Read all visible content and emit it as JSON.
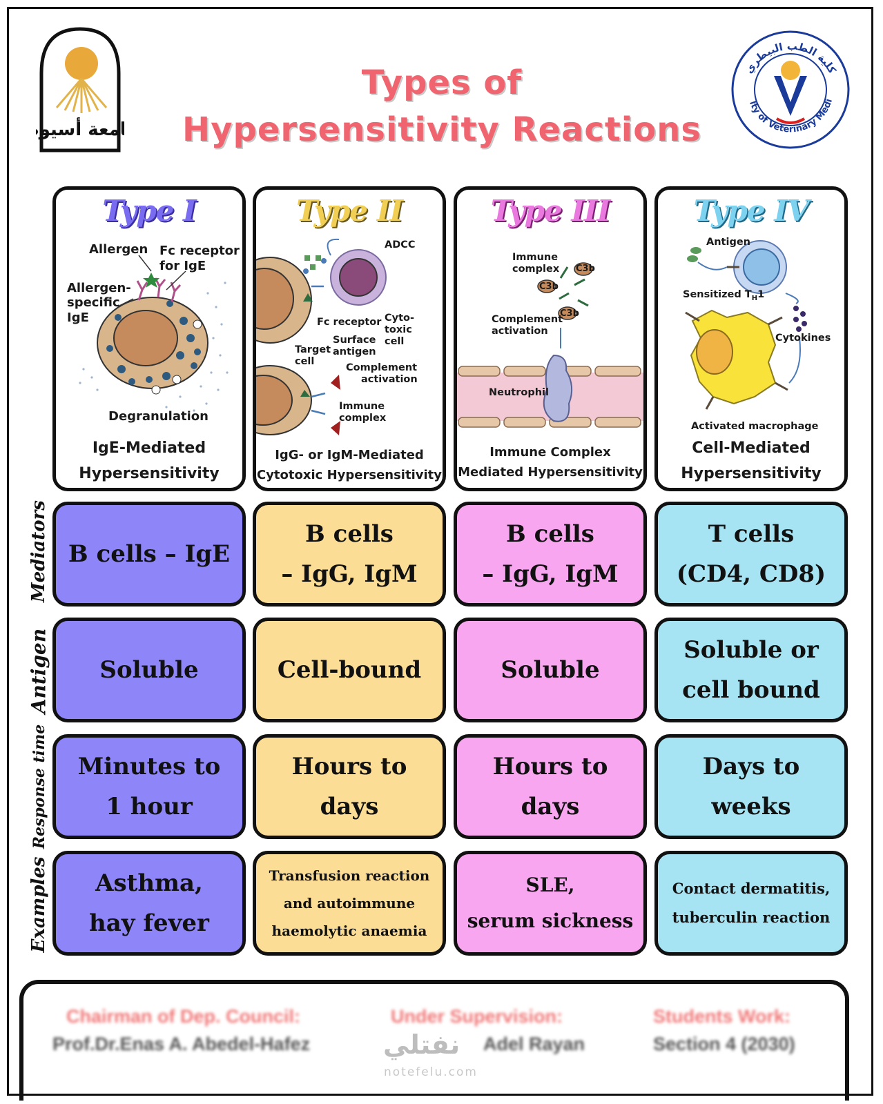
{
  "title": {
    "line1": "Types of",
    "line2": "Hypersensitivity Reactions"
  },
  "colors": {
    "title": "#f06470",
    "type1": "#8e86f8",
    "type2": "#fcdd96",
    "type3": "#f8a6ef",
    "type4": "#a6e4f4"
  },
  "logos": {
    "left": "Assiut University logo",
    "left_text": "جامعة أسيوط",
    "right_text": "Faculty of Veterinary Medicine",
    "right_arabic": "كلية الطب البيطري"
  },
  "types": [
    {
      "title": "Type I",
      "caption1": "IgE-Mediated",
      "caption2": "Hypersensitivity",
      "labels": {
        "allergen": "Allergen",
        "fc_receptor": "Fc receptor",
        "for_ige": "for IgE",
        "allergen_specific": "Allergen-",
        "specific": "specific",
        "ige": "IgE",
        "degranulation": "Degranulation"
      }
    },
    {
      "title": "Type II",
      "caption1": "IgG- or IgM-Mediated",
      "caption2": "Cytotoxic Hypersensitivity",
      "labels": {
        "adcc": "ADCC",
        "fc_receptor": "Fc receptor",
        "cyto": "Cyto-",
        "toxic": "toxic",
        "cell": "cell",
        "surface": "Surface",
        "antigen": "antigen",
        "target": "Target",
        "target_cell": "cell",
        "complement": "Complement",
        "activation": "activation",
        "immune": "Immune",
        "complex": "complex"
      }
    },
    {
      "title": "Type III",
      "caption1": "Immune Complex",
      "caption2": "Mediated Hypersensitivity",
      "labels": {
        "immune": "Immune",
        "complex": "complex",
        "c3b": "C3b",
        "complement": "Complement",
        "activation": "activation",
        "neutrophil": "Neutrophil"
      }
    },
    {
      "title": "Type IV",
      "caption1": "Cell-Mediated",
      "caption2": "Hypersensitivity",
      "labels": {
        "antigen": "Antigen",
        "sensitized": "Sensitized T",
        "th_sub": "H",
        "th_num": "1",
        "cytokines": "Cytokines",
        "activated_macrophage": "Activated macrophage"
      }
    }
  ],
  "rows": [
    {
      "label": "Mediators",
      "cells": [
        [
          "B cells – IgE"
        ],
        [
          "B cells",
          "– IgG, IgM"
        ],
        [
          "B cells",
          "– IgG, IgM"
        ],
        [
          "T cells",
          "(CD4, CD8)"
        ]
      ]
    },
    {
      "label": "Antigen",
      "cells": [
        [
          "Soluble"
        ],
        [
          "Cell-bound"
        ],
        [
          "Soluble"
        ],
        [
          "Soluble or",
          "cell bound"
        ]
      ]
    },
    {
      "label": "Response time",
      "cells": [
        [
          "Minutes to",
          "1 hour"
        ],
        [
          "Hours to",
          "days"
        ],
        [
          "Hours to",
          "days"
        ],
        [
          "Days to",
          "weeks"
        ]
      ]
    },
    {
      "label": "Examples",
      "cells": [
        [
          "Asthma,",
          "hay fever"
        ],
        [
          "Transfusion reaction",
          "and autoimmune",
          "haemolytic anaemia"
        ],
        [
          "SLE,",
          "serum sickness"
        ],
        [
          "Contact dermatitis,",
          "tuberculin reaction"
        ]
      ]
    }
  ],
  "footer": {
    "col1_title": "Chairman of Dep. Council:",
    "col1_name": "Prof.Dr.Enas A. Abedel-Hafez",
    "col2_title": "Under Supervision:",
    "col2_name": "Adel Rayan",
    "col3_title": "Students Work:",
    "col3_name": "Section 4 (2030)"
  },
  "watermark": {
    "arabic": "نفتلي",
    "url": "notefelu.com"
  }
}
